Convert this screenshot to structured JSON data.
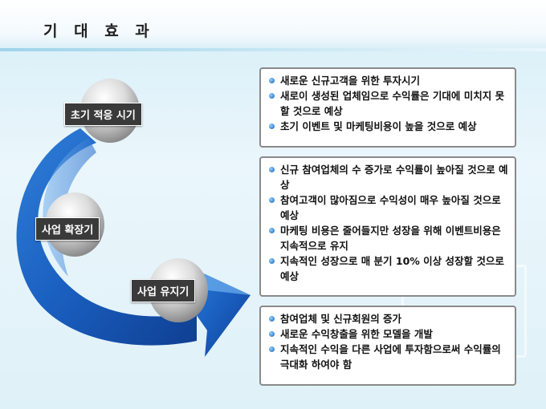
{
  "page": {
    "title": "기 대 효 과"
  },
  "stages": [
    {
      "label": "초기 적응 시기"
    },
    {
      "label": "사업 확장기"
    },
    {
      "label": "사업 유지기"
    }
  ],
  "boxes": [
    {
      "items": [
        "새로운 신규고객을 위한 투자시기",
        "새로이 생성된 업체임으로 수익률은 기대에 미치지 못할 것으로 예상",
        "초기 이벤트 및 마케팅비용이 높을 것으로 예상"
      ]
    },
    {
      "items": [
        "신규 참여업체의 수 증가로 수익률이 높아질 것으로 예상",
        "참여고객이 많아짐으로 수익성이 매우 높아질 것으로 예상",
        "마케팅 비용은 줄어들지만 성장을 위해 이벤트비용은 지속적으로 유지",
        "지속적인 성장으로 매 분기 10% 이상 성장할 것으로 예상"
      ]
    },
    {
      "items": [
        "참여업체 및 신규회원의 증가",
        "새로운 수익창출을 위한 모델을 개발",
        "지속적인 수익을 다른 사업에 투자함으로써 수익률의 극대화 하여야 함"
      ]
    }
  ]
}
